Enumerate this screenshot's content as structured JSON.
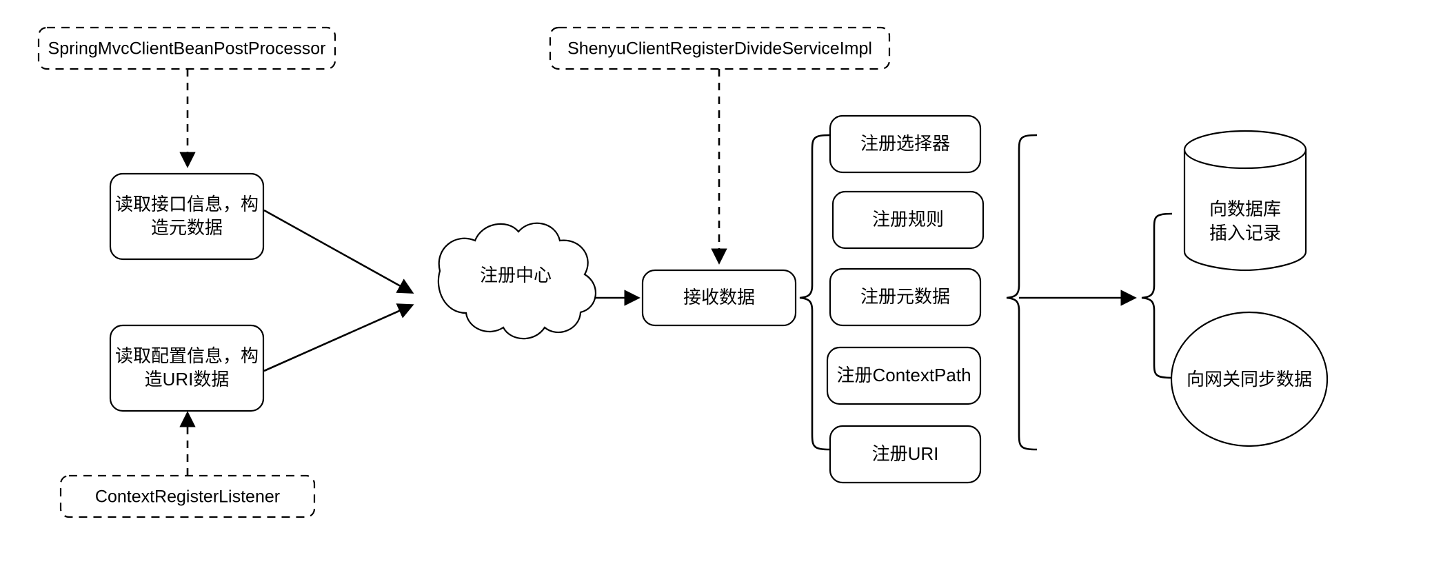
{
  "diagram": {
    "title": "Shenyu client registration flow",
    "background_color": "#ffffff",
    "stroke_color": "#000000",
    "nodes": {
      "spring_mvc_processor": {
        "label": "SpringMvcClientBeanPostProcessor",
        "shape": "dashed-rounded-rect"
      },
      "shenyu_divide_service": {
        "label": "ShenyuClientRegisterDivideServiceImpl",
        "shape": "dashed-rounded-rect"
      },
      "context_register_listener": {
        "label": "ContextRegisterListener",
        "shape": "dashed-rounded-rect"
      },
      "read_interface": {
        "line1": "读取接口信息，构",
        "line2": "造元数据",
        "shape": "rounded-rect"
      },
      "read_config": {
        "line1": "读取配置信息，构",
        "line2": "造URI数据",
        "shape": "rounded-rect"
      },
      "registry_center": {
        "label": "注册中心",
        "shape": "cloud"
      },
      "receive_data": {
        "label": "接收数据",
        "shape": "rounded-rect"
      },
      "register_selector": {
        "label": "注册选择器",
        "shape": "rounded-rect"
      },
      "register_rule": {
        "label": "注册规则",
        "shape": "rounded-rect"
      },
      "register_metadata": {
        "label": "注册元数据",
        "shape": "rounded-rect"
      },
      "register_context_path": {
        "label": "注册ContextPath",
        "shape": "rounded-rect"
      },
      "register_uri": {
        "label": "注册URI",
        "shape": "rounded-rect"
      },
      "insert_db": {
        "line1": "向数据库",
        "line2": "插入记录",
        "shape": "cylinder"
      },
      "sync_gateway": {
        "label": "向网关同步数据",
        "shape": "ellipse"
      }
    }
  }
}
